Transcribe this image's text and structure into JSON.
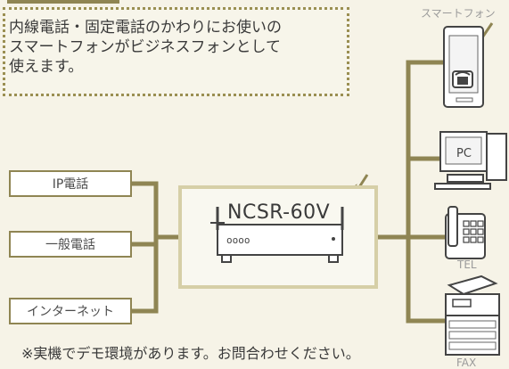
{
  "callout": {
    "text": "内線電話・固定電話のかわりにお使いの\nスマートフォンがビジネスフォンとして\n使えます。"
  },
  "inputs": [
    {
      "label": "IP電話"
    },
    {
      "label": "一般電話"
    },
    {
      "label": "インターネット"
    }
  ],
  "router": {
    "label": "NCSR-60V",
    "ports": "oooo"
  },
  "devices": {
    "smartphone": "スマートフォン",
    "pc": "PC",
    "tel": "TEL",
    "fax": "FAX"
  },
  "footnote": "※実機でデモ環境があります。お問合わせください。",
  "colors": {
    "line": "#8f8553",
    "box_border": "#8f8553",
    "background": "#f6f3e7",
    "router_frame": "#d6cfa7"
  }
}
